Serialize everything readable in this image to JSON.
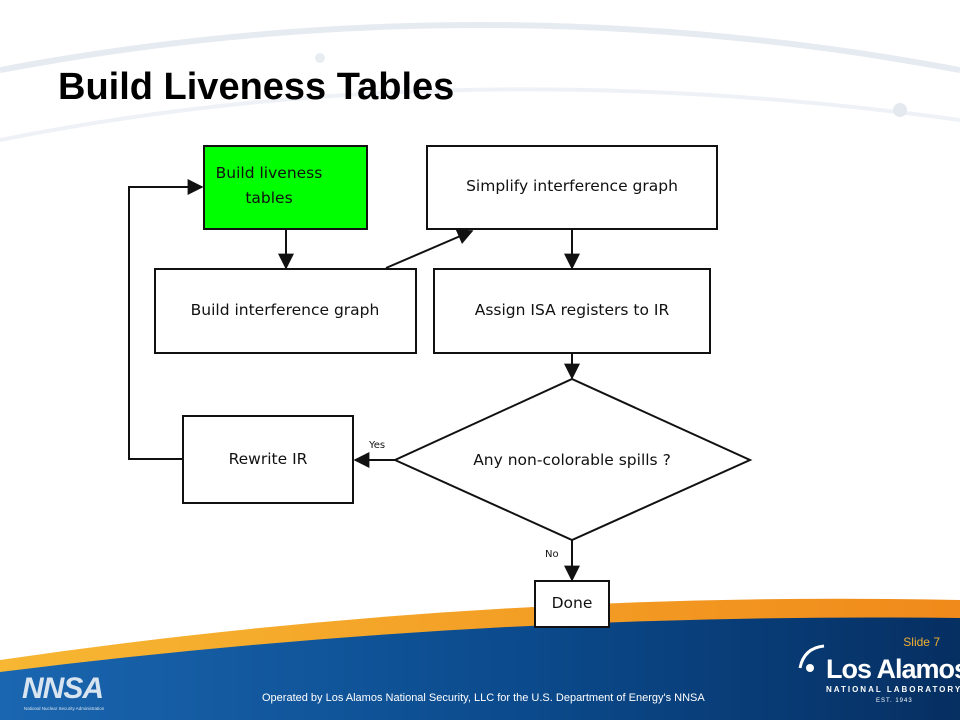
{
  "slide": {
    "title": "Build Liveness Tables",
    "slide_number": "Slide 7",
    "footer": "Operated by Los Alamos National Security, LLC for the U.S. Department of Energy's NNSA"
  },
  "logos": {
    "nnsa": "NNSA",
    "nnsa_sub": "National Nuclear Security Administration",
    "lanl_name": "Los Alamos",
    "lanl_sub": "NATIONAL LABORATORY",
    "lanl_est": "EST. 1943"
  },
  "diagram": {
    "nodes": {
      "build_liveness": [
        "Build liveness",
        "tables"
      ],
      "build_interference": "Build interference graph",
      "simplify": "Simplify interference graph",
      "assign": "Assign ISA registers to IR",
      "decision": "Any non-colorable spills ?",
      "rewrite": "Rewrite IR",
      "done": "Done"
    },
    "edges": {
      "yes": "Yes",
      "no": "No"
    },
    "colors": {
      "highlight": "#00ff00",
      "stroke": "#111111",
      "footer_blue": "#0b3d78"
    }
  }
}
